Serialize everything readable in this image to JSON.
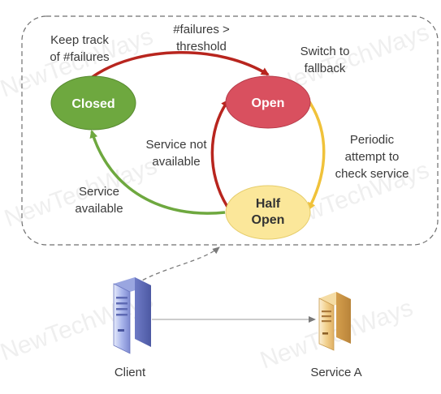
{
  "watermark": "NewTechWays",
  "states": {
    "closed": {
      "label": "Closed",
      "color": "#6ea83f"
    },
    "open": {
      "label": "Open",
      "color": "#d9505f"
    },
    "half_open": {
      "label_line1": "Half",
      "label_line2": "Open",
      "color": "#fbe79a"
    }
  },
  "transitions": {
    "closed_to_open": {
      "line1": "#failures >",
      "line2": "threshold",
      "color": "#b8251e"
    },
    "open_to_half_open": {
      "line1": "Periodic",
      "line2": "attempt to",
      "line3": "check service",
      "color": "#f0c23a"
    },
    "half_open_to_open": {
      "line1": "Service not",
      "line2": "available",
      "color": "#b8251e"
    },
    "half_open_to_closed": {
      "line1": "Service",
      "line2": "available",
      "color": "#6ea83f"
    }
  },
  "notes": {
    "closed": {
      "line1": "Keep track",
      "line2": "of #failures"
    },
    "open": {
      "line1": "Switch to",
      "line2": "fallback"
    }
  },
  "nodes": {
    "client": {
      "label": "Client"
    },
    "service_a": {
      "label": "Service A"
    }
  }
}
